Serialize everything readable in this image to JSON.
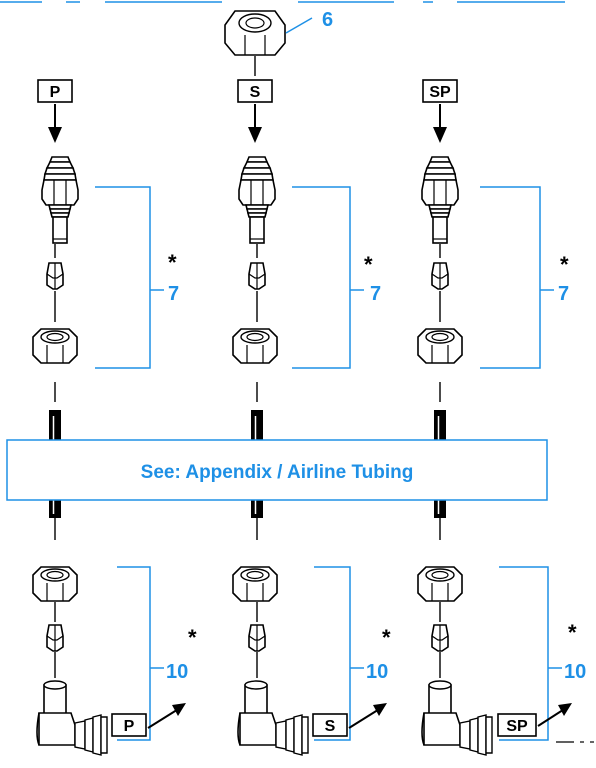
{
  "colors": {
    "accent": "#1e90e6",
    "line": "#000000",
    "background": "#ffffff"
  },
  "top_callout": "6",
  "columns": [
    {
      "port_label": "P",
      "upper_callout": "7",
      "lower_callout": "10",
      "outlet_label": "P"
    },
    {
      "port_label": "S",
      "upper_callout": "7",
      "lower_callout": "10",
      "outlet_label": "S"
    },
    {
      "port_label": "SP",
      "upper_callout": "7",
      "lower_callout": "10",
      "outlet_label": "SP"
    }
  ],
  "asterisk": "*",
  "banner": {
    "text": "See: Appendix / Airline Tubing"
  }
}
